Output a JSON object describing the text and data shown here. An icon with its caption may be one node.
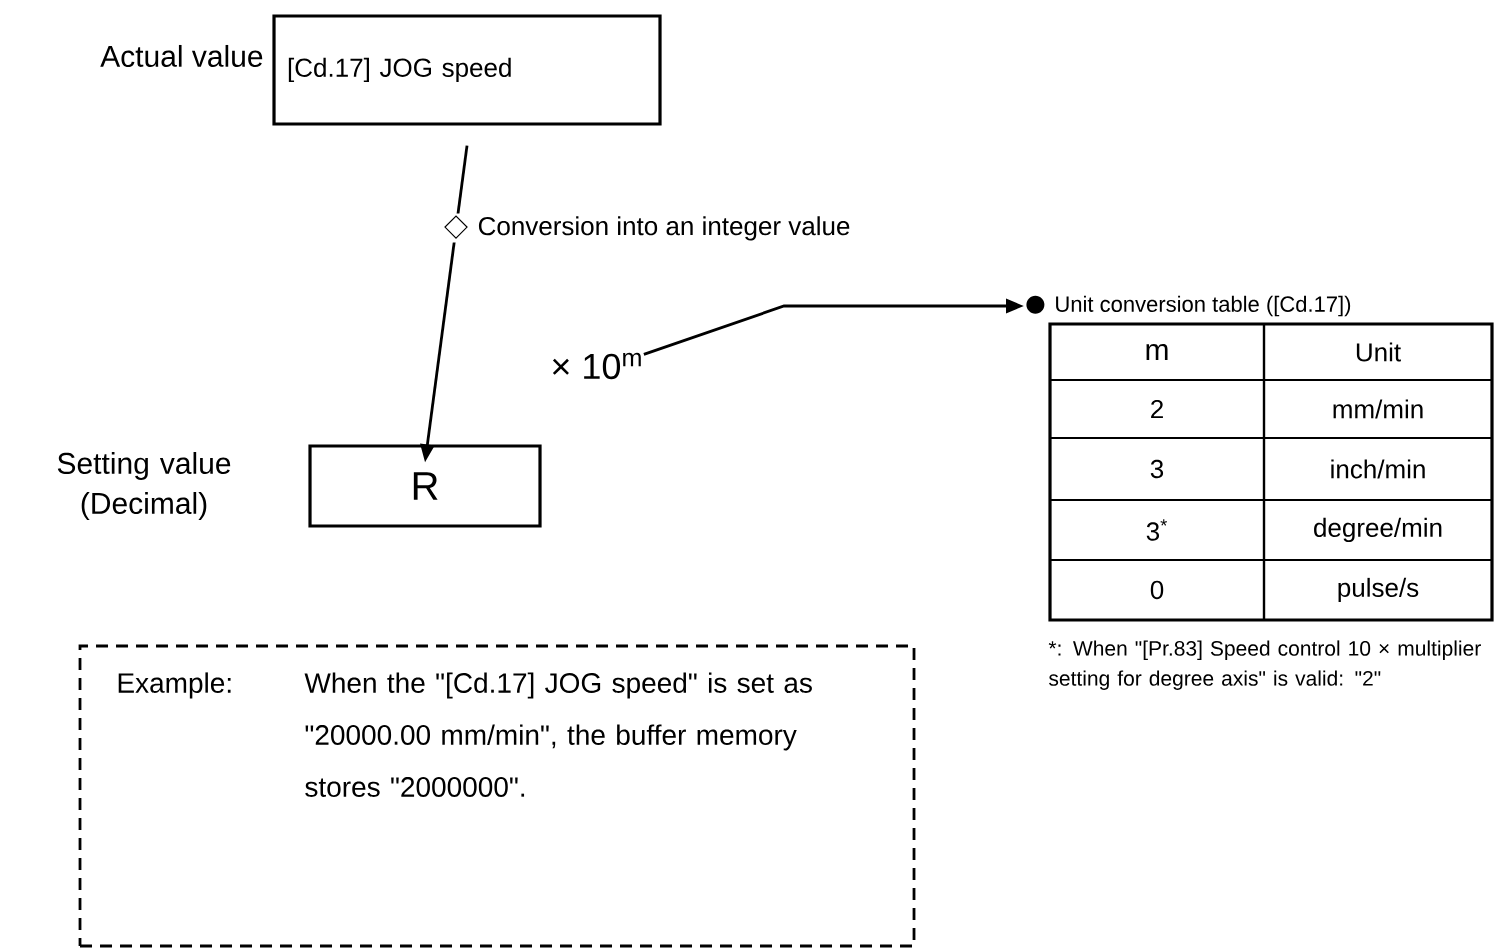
{
  "diagram": {
    "nodes": [
      {
        "text": [
          "[Cd.17] JOG speed"
        ],
        "beside": [
          "Actual value"
        ]
      },
      {
        "text": [
          "R"
        ],
        "beside": [
          "Setting value (Decimal)"
        ]
      },
      {
        "text": [
          "× 10$^{m}$"
        ]
      },
      {
        "text": [
          "Unit conversion table ([Cd.17])"
        ]
      },
      {
        "text": [
          "Example:",
          "When the \"[Cd.17] JOG speed\" is set as \"20000.00 mm/min\", the buffer memory stores \"2000000\"."
        ]
      }
    ],
    "edges": [
      {
        "from": 0,
        "to": 1,
        "arrow": "to",
        "label": "Conversion into an integer value"
      },
      {
        "from": 2,
        "to": 3,
        "arrow": "to"
      }
    ],
    "labels": [
      "m",
      "Unit",
      "2",
      "mm/min",
      "3",
      "inch/min",
      "3$^{*}$",
      "degree/min",
      "0",
      "pulse/s",
      "*: When \"[Pr.83] Speed control 10 × multiplier setting for degree axis\" is valid: \"2\""
    ]
  }
}
